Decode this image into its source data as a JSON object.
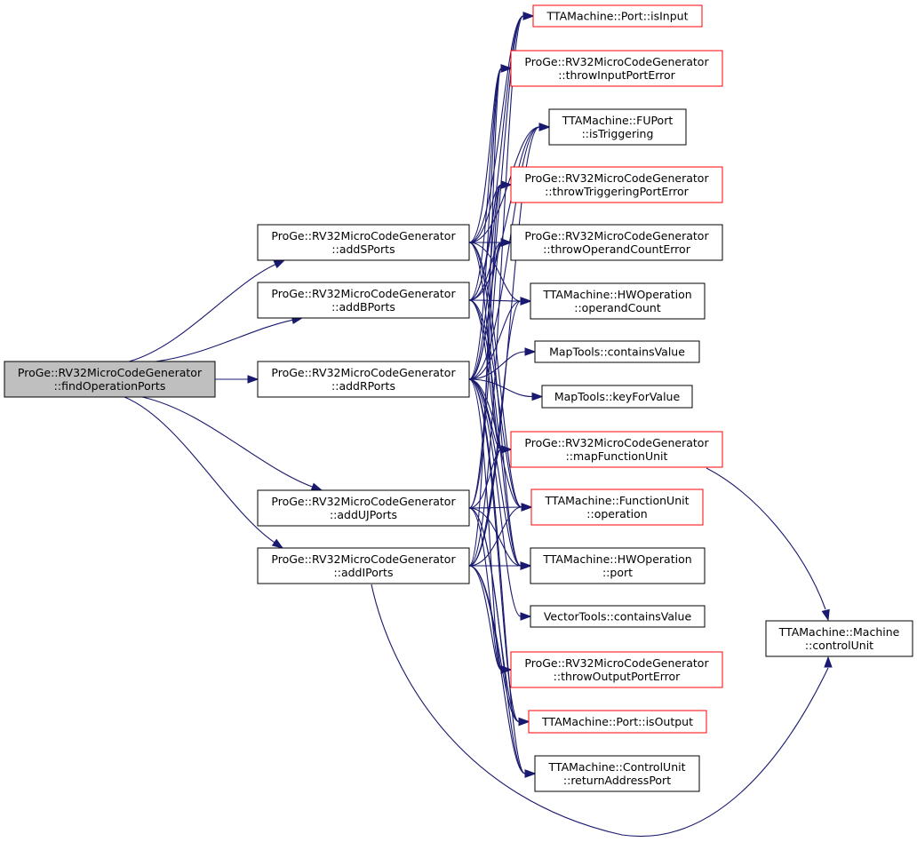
{
  "colors": {
    "edge": "#191970",
    "root_fill": "#bfbfbf",
    "node_fill": "#ffffff",
    "normal_border": "#000000",
    "external_border": "#ff0000"
  },
  "nodes": [
    {
      "id": "findOperationPorts",
      "lines": [
        "ProGe::RV32MicroCodeGenerator",
        "::findOperationPorts"
      ],
      "kind": "root"
    },
    {
      "id": "addSPorts",
      "lines": [
        "ProGe::RV32MicroCodeGenerator",
        "::addSPorts"
      ],
      "kind": "normal"
    },
    {
      "id": "addBPorts",
      "lines": [
        "ProGe::RV32MicroCodeGenerator",
        "::addBPorts"
      ],
      "kind": "normal"
    },
    {
      "id": "addRPorts",
      "lines": [
        "ProGe::RV32MicroCodeGenerator",
        "::addRPorts"
      ],
      "kind": "normal"
    },
    {
      "id": "addUJPorts",
      "lines": [
        "ProGe::RV32MicroCodeGenerator",
        "::addUJPorts"
      ],
      "kind": "normal"
    },
    {
      "id": "addIPorts",
      "lines": [
        "ProGe::RV32MicroCodeGenerator",
        "::addIPorts"
      ],
      "kind": "normal"
    },
    {
      "id": "isInput",
      "lines": [
        "TTAMachine::Port::isInput"
      ],
      "kind": "external"
    },
    {
      "id": "throwInputPortError",
      "lines": [
        "ProGe::RV32MicroCodeGenerator",
        "::throwInputPortError"
      ],
      "kind": "external"
    },
    {
      "id": "isTriggering",
      "lines": [
        "TTAMachine::FUPort",
        "::isTriggering"
      ],
      "kind": "normal"
    },
    {
      "id": "throwTriggeringPortError",
      "lines": [
        "ProGe::RV32MicroCodeGenerator",
        "::throwTriggeringPortError"
      ],
      "kind": "external"
    },
    {
      "id": "throwOperandCountError",
      "lines": [
        "ProGe::RV32MicroCodeGenerator",
        "::throwOperandCountError"
      ],
      "kind": "normal"
    },
    {
      "id": "operandCount",
      "lines": [
        "TTAMachine::HWOperation",
        "::operandCount"
      ],
      "kind": "normal"
    },
    {
      "id": "mapContainsValue",
      "lines": [
        "MapTools::containsValue"
      ],
      "kind": "normal"
    },
    {
      "id": "keyForValue",
      "lines": [
        "MapTools::keyForValue"
      ],
      "kind": "normal"
    },
    {
      "id": "mapFunctionUnit",
      "lines": [
        "ProGe::RV32MicroCodeGenerator",
        "::mapFunctionUnit"
      ],
      "kind": "external"
    },
    {
      "id": "operation",
      "lines": [
        "TTAMachine::FunctionUnit",
        "::operation"
      ],
      "kind": "external"
    },
    {
      "id": "port",
      "lines": [
        "TTAMachine::HWOperation",
        "::port"
      ],
      "kind": "normal"
    },
    {
      "id": "vecContainsValue",
      "lines": [
        "VectorTools::containsValue"
      ],
      "kind": "normal"
    },
    {
      "id": "throwOutputPortError",
      "lines": [
        "ProGe::RV32MicroCodeGenerator",
        "::throwOutputPortError"
      ],
      "kind": "external"
    },
    {
      "id": "isOutput",
      "lines": [
        "TTAMachine::Port::isOutput"
      ],
      "kind": "external"
    },
    {
      "id": "returnAddressPort",
      "lines": [
        "TTAMachine::ControlUnit",
        "::returnAddressPort"
      ],
      "kind": "normal"
    },
    {
      "id": "controlUnit",
      "lines": [
        "TTAMachine::Machine",
        "::controlUnit"
      ],
      "kind": "normal"
    }
  ],
  "edges": [
    [
      "findOperationPorts",
      "addSPorts"
    ],
    [
      "findOperationPorts",
      "addBPorts"
    ],
    [
      "findOperationPorts",
      "addRPorts"
    ],
    [
      "findOperationPorts",
      "addUJPorts"
    ],
    [
      "findOperationPorts",
      "addIPorts"
    ],
    [
      "addSPorts",
      "isInput"
    ],
    [
      "addSPorts",
      "throwInputPortError"
    ],
    [
      "addSPorts",
      "isTriggering"
    ],
    [
      "addSPorts",
      "throwTriggeringPortError"
    ],
    [
      "addSPorts",
      "throwOperandCountError"
    ],
    [
      "addSPorts",
      "operandCount"
    ],
    [
      "addSPorts",
      "mapFunctionUnit"
    ],
    [
      "addSPorts",
      "operation"
    ],
    [
      "addSPorts",
      "port"
    ],
    [
      "addBPorts",
      "isInput"
    ],
    [
      "addBPorts",
      "throwInputPortError"
    ],
    [
      "addBPorts",
      "isTriggering"
    ],
    [
      "addBPorts",
      "throwTriggeringPortError"
    ],
    [
      "addBPorts",
      "throwOperandCountError"
    ],
    [
      "addBPorts",
      "operandCount"
    ],
    [
      "addBPorts",
      "mapFunctionUnit"
    ],
    [
      "addBPorts",
      "operation"
    ],
    [
      "addBPorts",
      "port"
    ],
    [
      "addRPorts",
      "isInput"
    ],
    [
      "addRPorts",
      "throwInputPortError"
    ],
    [
      "addRPorts",
      "isTriggering"
    ],
    [
      "addRPorts",
      "throwTriggeringPortError"
    ],
    [
      "addRPorts",
      "throwOperandCountError"
    ],
    [
      "addRPorts",
      "operandCount"
    ],
    [
      "addRPorts",
      "mapContainsValue"
    ],
    [
      "addRPorts",
      "keyForValue"
    ],
    [
      "addRPorts",
      "mapFunctionUnit"
    ],
    [
      "addRPorts",
      "operation"
    ],
    [
      "addRPorts",
      "port"
    ],
    [
      "addRPorts",
      "vecContainsValue"
    ],
    [
      "addRPorts",
      "throwOutputPortError"
    ],
    [
      "addRPorts",
      "isOutput"
    ],
    [
      "addRPorts",
      "returnAddressPort"
    ],
    [
      "addUJPorts",
      "throwTriggeringPortError"
    ],
    [
      "addUJPorts",
      "throwOperandCountError"
    ],
    [
      "addUJPorts",
      "mapFunctionUnit"
    ],
    [
      "addUJPorts",
      "operation"
    ],
    [
      "addUJPorts",
      "port"
    ],
    [
      "addUJPorts",
      "throwOutputPortError"
    ],
    [
      "addUJPorts",
      "isOutput"
    ],
    [
      "addUJPorts",
      "returnAddressPort"
    ],
    [
      "addIPorts",
      "isInput"
    ],
    [
      "addIPorts",
      "throwInputPortError"
    ],
    [
      "addIPorts",
      "isTriggering"
    ],
    [
      "addIPorts",
      "operandCount"
    ],
    [
      "addIPorts",
      "mapFunctionUnit"
    ],
    [
      "addIPorts",
      "operation"
    ],
    [
      "addIPorts",
      "port"
    ],
    [
      "addIPorts",
      "throwOutputPortError"
    ],
    [
      "addIPorts",
      "isOutput"
    ],
    [
      "addIPorts",
      "returnAddressPort"
    ],
    [
      "addIPorts",
      "controlUnit"
    ],
    [
      "mapFunctionUnit",
      "controlUnit"
    ]
  ]
}
